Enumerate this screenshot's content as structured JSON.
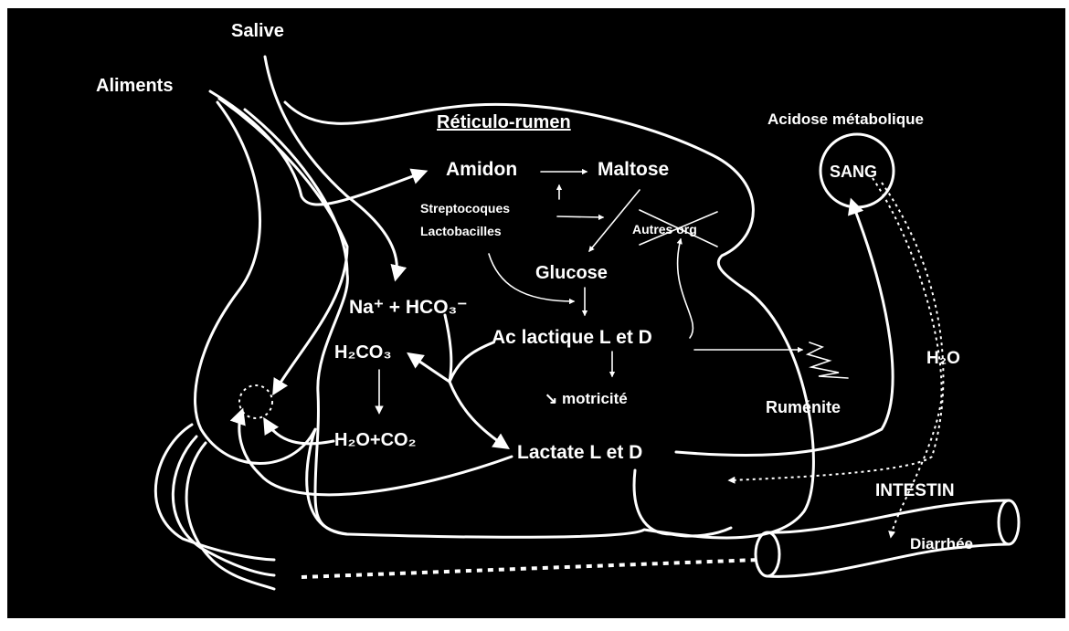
{
  "labels": {
    "salive": "Salive",
    "aliments": "Aliments",
    "reticulo_rumen": "Réticulo-rumen",
    "acidose": "Acidose métabolique",
    "sang": "SANG",
    "amidon": "Amidon",
    "maltose": "Maltose",
    "streptocoques": "Streptocoques",
    "lactobacilles": "Lactobacilles",
    "autres_org": "Autres org",
    "glucose": "Glucose",
    "na_hco3": "Na⁺ + HCO₃⁻",
    "h2co3": "H₂CO₃",
    "h2o_co2": "H₂O+CO₂",
    "ac_lactique": "Ac lactique L et D",
    "motricite": "↘ motricité",
    "lactate": "Lactate L et D",
    "rumenite": "Ruménite",
    "h2o": "H₂O",
    "intestin": "INTESTIN",
    "diarrhee": "Diarrhée"
  },
  "colors": {
    "background": "#000000",
    "frame": "#ffffff",
    "stroke": "#ffffff",
    "text": "#ffffff"
  }
}
